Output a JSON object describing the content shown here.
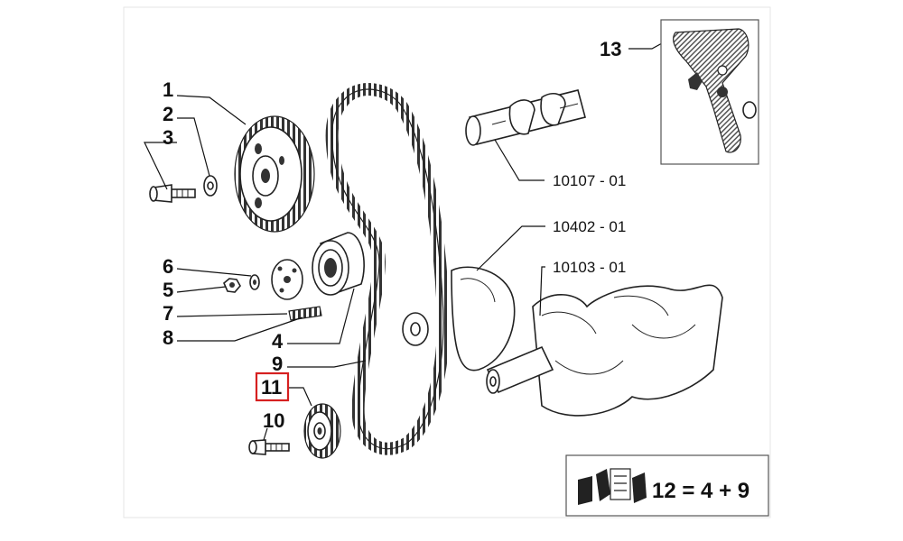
{
  "labels": {
    "l1": "1",
    "l2": "2",
    "l3": "3",
    "l4": "4",
    "l5": "5",
    "l6": "6",
    "l7": "7",
    "l8": "8",
    "l9": "9",
    "l10": "10",
    "l11": "11",
    "l13": "13"
  },
  "refs": {
    "r10107": "10107 - 01",
    "r10402": "10402 - 01",
    "r10103": "10103 - 01"
  },
  "kit": {
    "formula": "12 = 4 + 9"
  },
  "colors": {
    "highlight": "#d62020",
    "line": "#111111",
    "frame": "#555555"
  }
}
